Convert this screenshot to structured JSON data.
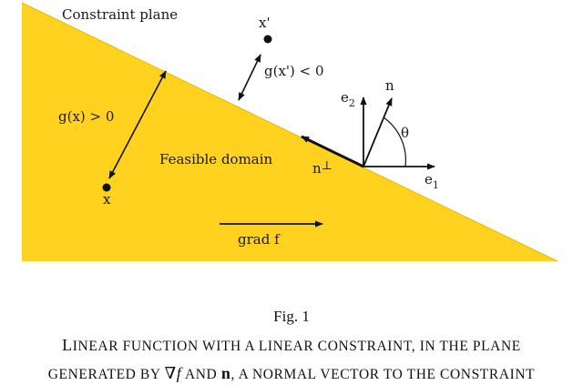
{
  "diagram": {
    "labels": {
      "constraint_plane": "Constraint plane",
      "x_prime": "x'",
      "g_x_prime": "g(x') < 0",
      "g_x": "g(x) > 0",
      "x": "x",
      "feasible_domain": "Feasible domain",
      "n_perp": "n",
      "perp_symbol": "⊥",
      "n": "n",
      "e2": "e",
      "e2_sub": "2",
      "e1": "e",
      "e1_sub": "1",
      "theta": "θ",
      "grad_f": "grad f"
    },
    "colors": {
      "feasible_fill": "#FFD21F",
      "lines": "#111111",
      "text": "#1a1a1a"
    }
  },
  "caption": {
    "fig_label": "Fig. 1",
    "line1_first": "L",
    "line1_rest": "INEAR FUNCTION WITH A LINEAR CONSTRAINT, IN THE PLANE",
    "line2_a": "GENERATED BY",
    "line2_nabla": "∇",
    "line2_f": "f",
    "line2_and": "AND",
    "line2_n": "n",
    "line2_b": ", A NORMAL VECTOR TO THE CONSTRAINT"
  }
}
